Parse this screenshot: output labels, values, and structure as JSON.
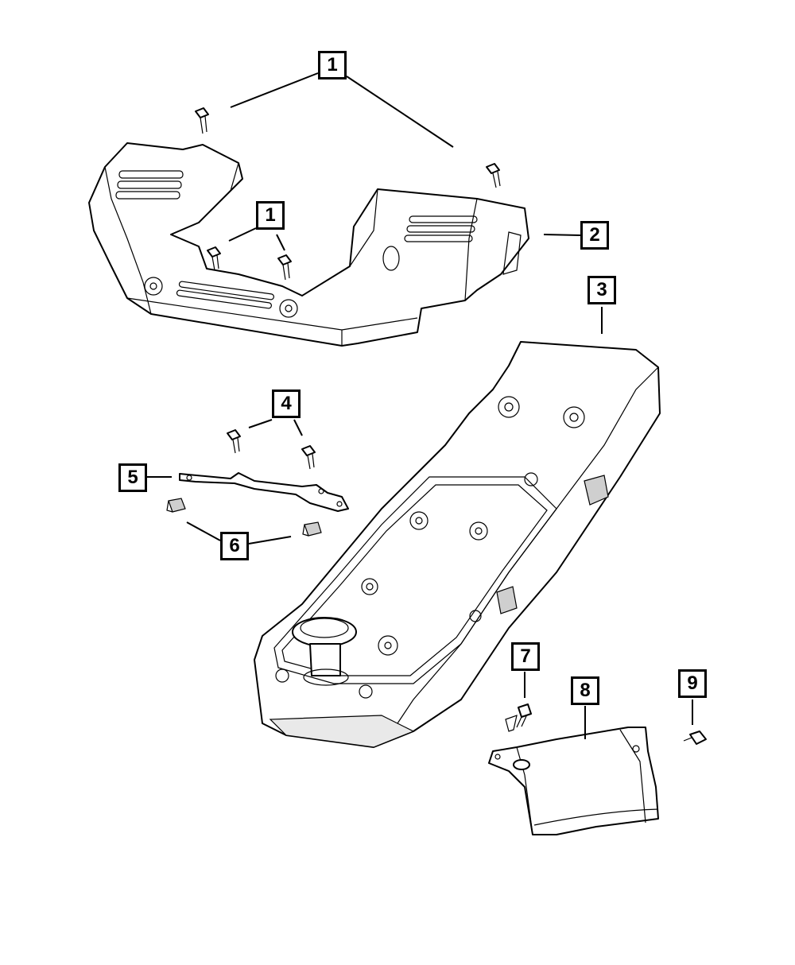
{
  "callouts": [
    {
      "id": "c1a",
      "label": "1"
    },
    {
      "id": "c1b",
      "label": "1"
    },
    {
      "id": "c2",
      "label": "2"
    },
    {
      "id": "c3",
      "label": "3"
    },
    {
      "id": "c4",
      "label": "4"
    },
    {
      "id": "c5",
      "label": "5"
    },
    {
      "id": "c6",
      "label": "6"
    },
    {
      "id": "c7",
      "label": "7"
    },
    {
      "id": "c8",
      "label": "8"
    },
    {
      "id": "c9",
      "label": "9"
    }
  ],
  "colors": {
    "line": "#000000",
    "background": "#ffffff",
    "shade": "#e9e9e9"
  }
}
